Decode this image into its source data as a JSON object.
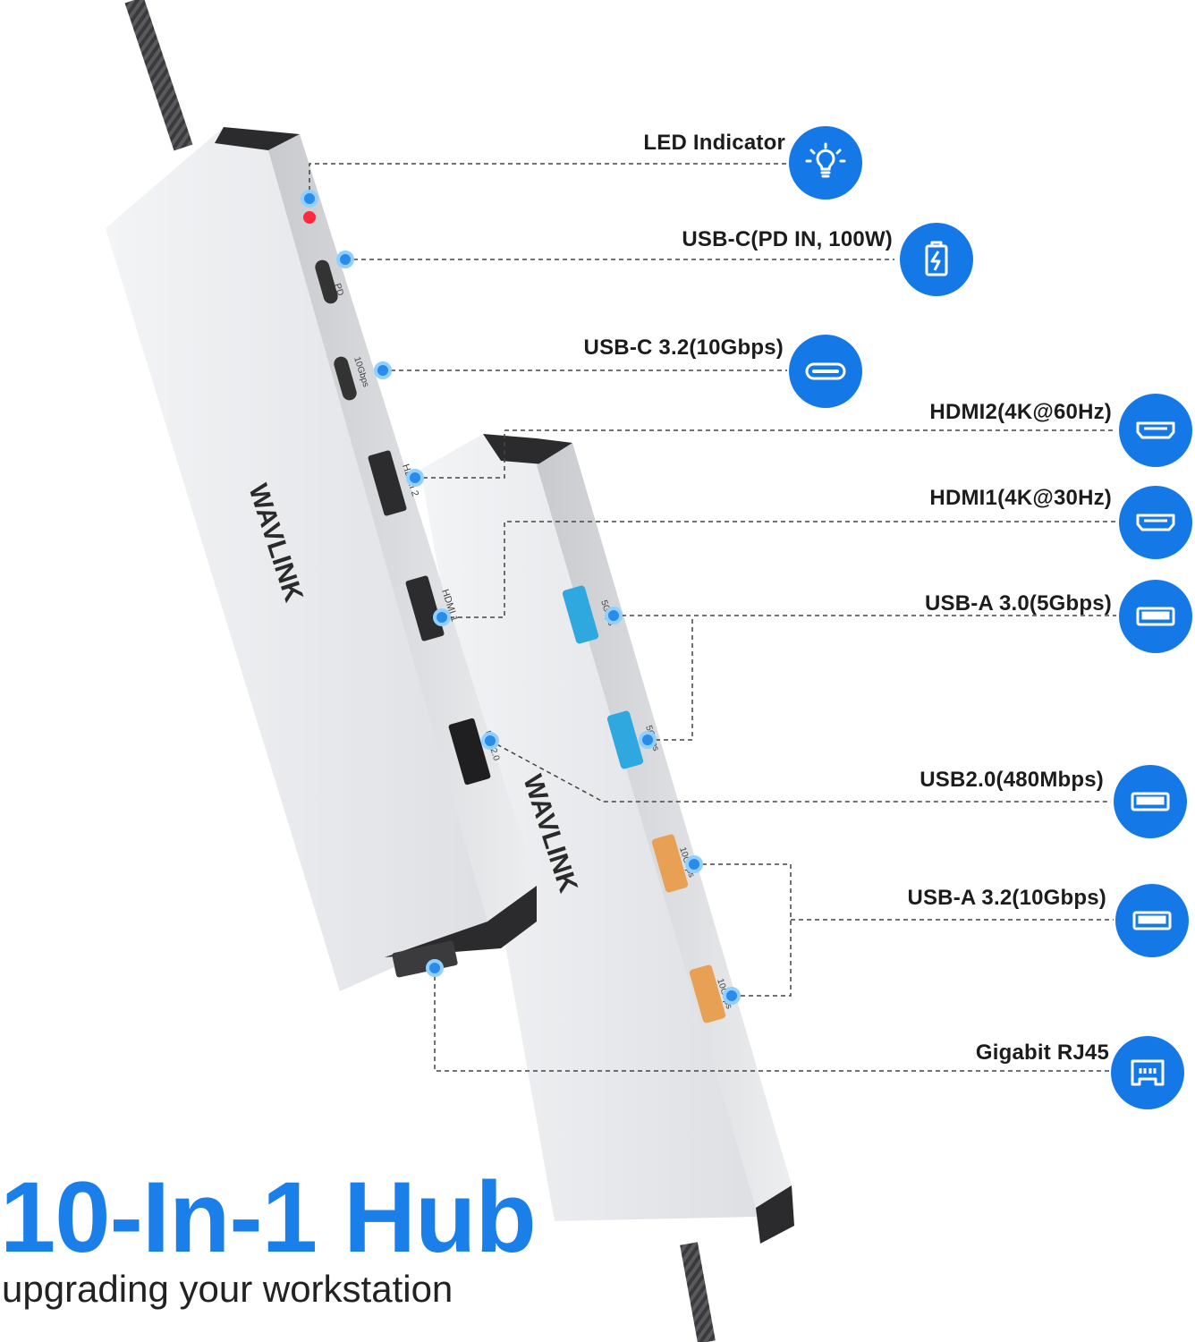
{
  "headline": {
    "title": "10-In-1 Hub",
    "subtitle": "upgrading your workstation"
  },
  "brand": "WAVLINK",
  "colors": {
    "accent": "#1479e6",
    "title": "#1a7fe8",
    "led_red": "#ff2a3d",
    "usb3_blue_port": "#2fa7df",
    "usb32_orange_port": "#e8a055",
    "body_silver": "#e4e5e8"
  },
  "ports": [
    {
      "label": "LED Indicator",
      "icon": "bulb-icon"
    },
    {
      "label": "USB-C(PD IN, 100W)",
      "icon": "battery-charge-icon"
    },
    {
      "label": "USB-C 3.2(10Gbps)",
      "icon": "usb-c-icon"
    },
    {
      "label": "HDMI2(4K@60Hz)",
      "icon": "hdmi-icon"
    },
    {
      "label": "HDMI1(4K@30Hz)",
      "icon": "hdmi-icon"
    },
    {
      "label": "USB-A 3.0(5Gbps)",
      "icon": "usb-a-icon"
    },
    {
      "label": "USB2.0(480Mbps)",
      "icon": "usb-a-icon"
    },
    {
      "label": "USB-A 3.2(10Gbps)",
      "icon": "usb-a-icon"
    },
    {
      "label": "Gigabit RJ45",
      "icon": "ethernet-icon"
    }
  ],
  "device_port_labels": {
    "pd": "PD",
    "usb_c": "10Gbps",
    "hdmi2": "HDMI 2",
    "hdmi1": "HDMI 1",
    "usb2": "USB2.0",
    "usb3": "5Gbps",
    "usb32": "10Gbps"
  }
}
